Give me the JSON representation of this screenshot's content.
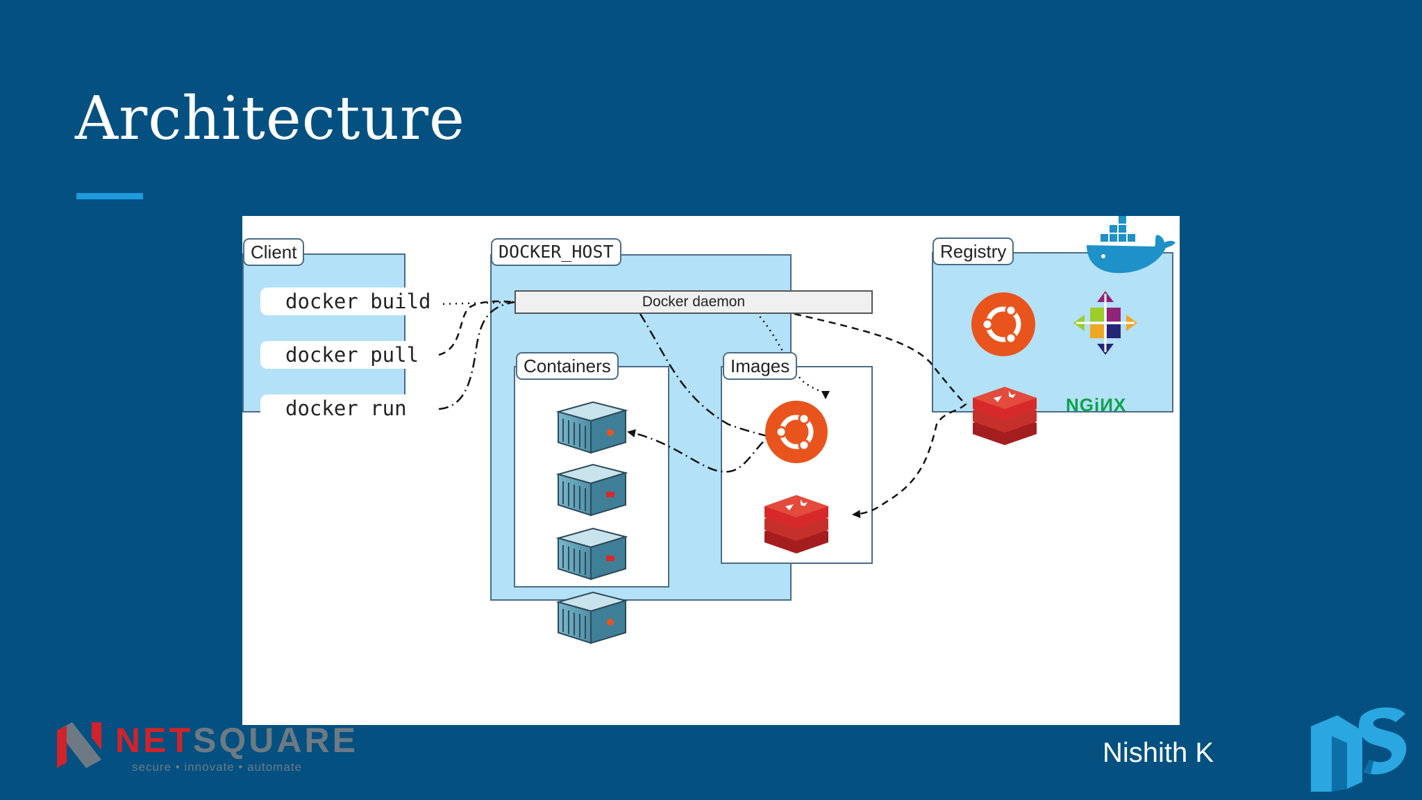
{
  "slide": {
    "title": "Architecture",
    "author": "Nishith K"
  },
  "diagram": {
    "client_label": "Client",
    "docker_host_label": "DOCKER_HOST",
    "registry_label": "Registry",
    "containers_label": "Containers",
    "images_label": "Images",
    "daemon_label": "Docker daemon",
    "commands": [
      "docker build",
      "docker pull",
      "docker run"
    ],
    "registry_images": [
      "ubuntu-icon",
      "centos-icon",
      "redis-icon",
      "nginx-icon"
    ],
    "nginx_text": "NGiИX"
  },
  "footer": {
    "brand_part1": "NET",
    "brand_part2": "SQUARE",
    "tagline": "secure • innovate • automate"
  },
  "colors": {
    "background": "#045181",
    "accent": "#1e9bdf",
    "panel": "#b3e1f7",
    "ubuntu": "#e9541d",
    "redis": "#d8292a"
  }
}
